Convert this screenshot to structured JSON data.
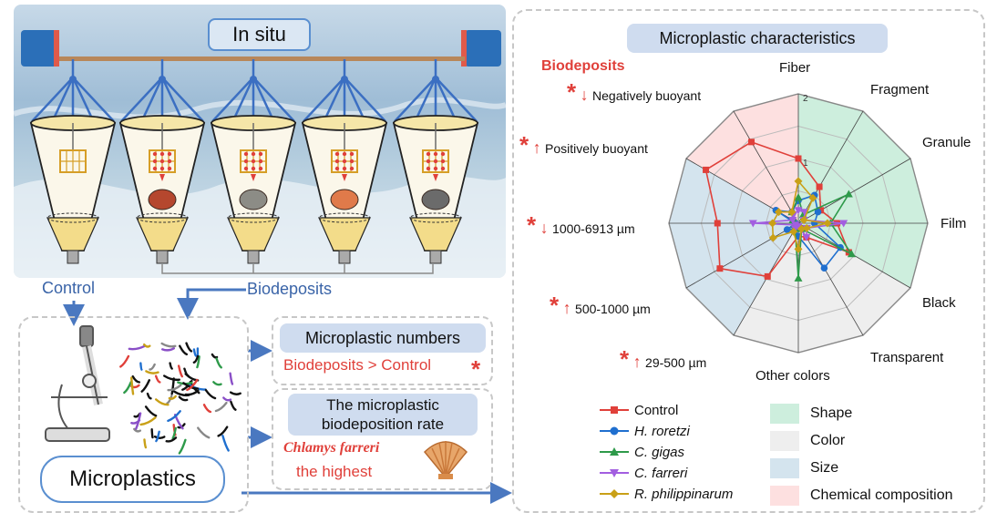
{
  "in_situ": {
    "title": "In situ"
  },
  "flow": {
    "control_label": "Control",
    "biodeposits_label": "Biodeposits"
  },
  "microplastics_panel": {
    "title": "Microplastics"
  },
  "numbers_box": {
    "title": "Microplastic numbers",
    "result": "Biodeposits > Control",
    "star": "*"
  },
  "rate_box": {
    "title_line1": "The microplastic",
    "title_line2": "biodeposition rate",
    "species": "Chlamys farreri",
    "result": "the highest"
  },
  "characteristics": {
    "title": "Microplastic characteristics",
    "biodeposits_heading": "Biodeposits",
    "annotations": [
      {
        "label": "Negatively buoyant",
        "arrow": "down",
        "star": "*"
      },
      {
        "label": "Positively buoyant",
        "arrow": "up",
        "star": "*"
      },
      {
        "label": "1000-6913 µm",
        "arrow": "down",
        "star": "*"
      },
      {
        "label": "500-1000 µm",
        "arrow": "up",
        "star": "*"
      },
      {
        "label": "29-500 µm",
        "arrow": "up",
        "star": "*"
      }
    ]
  },
  "colors": {
    "accent_red": "#e0403a",
    "pill_blue": "#cfdcef",
    "arrow_blue": "#4a78c0",
    "shape_fill": "#cdeedd",
    "color_fill": "#eeeeee",
    "size_fill": "#d4e4ee",
    "chem_fill": "#fde0e0"
  },
  "chart_data": {
    "type": "radar",
    "axes": [
      "Fiber",
      "Fragment",
      "Granule",
      "Film",
      "Black",
      "Transparent",
      "Other colors",
      "29-500 µm",
      "500-1000 µm",
      "1000-6913 µm",
      "Positively buoyant",
      "Negatively buoyant"
    ],
    "axis_labels": [
      "Fiber",
      "Fragment",
      "Granule",
      "Film",
      "Black",
      "Transparent",
      "Other colors"
    ],
    "tick_labels": [
      "1",
      "2"
    ],
    "rmax": 2,
    "categories_legend": [
      {
        "name": "Shape",
        "color": "#cdeedd"
      },
      {
        "name": "Color",
        "color": "#eeeeee"
      },
      {
        "name": "Size",
        "color": "#d4e4ee"
      },
      {
        "name": "Chemical composition",
        "color": "#fde0e0"
      }
    ],
    "series": [
      {
        "name": "Control",
        "color": "#e0403a",
        "marker": "square",
        "values": [
          1.0,
          0.65,
          0.4,
          0.6,
          0.9,
          0.25,
          0.2,
          0.95,
          1.4,
          1.25,
          1.65,
          1.45
        ]
      },
      {
        "name": "H. roretzi",
        "color": "#1f6fcf",
        "marker": "circle",
        "values": [
          0.35,
          0.5,
          0.35,
          0.25,
          0.75,
          0.8,
          0.2,
          0.1,
          0.2,
          0.05,
          0.4,
          0.2
        ]
      },
      {
        "name": "C. gigas",
        "color": "#2e9a4a",
        "marker": "triangle-up",
        "values": [
          0.4,
          0.15,
          0.9,
          0.5,
          0.95,
          0.1,
          0.85,
          0.1,
          0.05,
          0.05,
          0.1,
          0.2
        ]
      },
      {
        "name": "C. farreri",
        "color": "#a25ee0",
        "marker": "triangle-down",
        "values": [
          0.2,
          0.2,
          0.1,
          0.7,
          0.15,
          0.25,
          0.05,
          0.1,
          0.05,
          0.7,
          0.1,
          0.15
        ]
      },
      {
        "name": "R. philippinarum",
        "color": "#c9a017",
        "marker": "diamond",
        "values": [
          0.65,
          0.45,
          0.1,
          0.45,
          0.15,
          0.1,
          0.4,
          0.15,
          0.45,
          0.4,
          0.35,
          0.2
        ]
      }
    ]
  }
}
